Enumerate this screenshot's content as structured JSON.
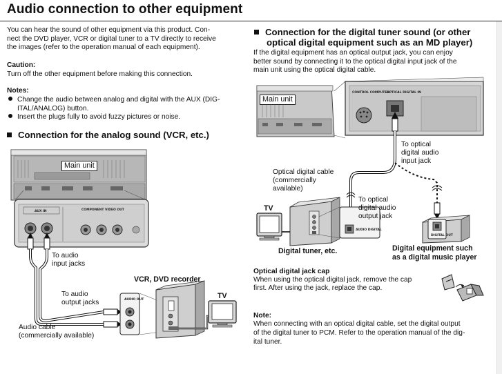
{
  "page": {
    "title": "Audio connection to other equipment"
  },
  "left": {
    "intro_lines": [
      "You can hear the sound of other equipment via this product. Con-",
      "nect the DVD player, VCR or digital tuner to a TV directly to receive",
      "the images (refer to the operation manual of each equipment)."
    ],
    "caution_heading": "Caution:",
    "caution_text": "Turn off the other equipment before making this connection.",
    "notes_heading": "Notes:",
    "notes": [
      {
        "line1": "Change the audio between analog and digital with the AUX (DIG-",
        "line2": "ITAL/ANALOG) button."
      },
      {
        "line1": "Insert the plugs fully to avoid fuzzy pictures or noise.",
        "line2": ""
      }
    ],
    "analog_heading": "Connection for the analog sound (VCR, etc.)",
    "diagram": {
      "main_unit": "Main unit",
      "panel_aux_in": "AUX IN",
      "panel_component": "COMPONENT VIDEO OUT",
      "to_audio_input_1": "To audio",
      "to_audio_input_2": "input jacks",
      "to_audio_output_1": "To audio",
      "to_audio_output_2": "output jacks",
      "vcr_label": "VCR, DVD recorder",
      "tv_label": "TV",
      "audio_out": "AUDIO OUT",
      "audio_cable_1": "Audio cable",
      "audio_cable_2": "(commercially available)"
    }
  },
  "right": {
    "digital_heading_line1": "Connection for the digital tuner sound (or other",
    "digital_heading_line2": "optical digital equipment such as an MD player)",
    "intro_lines": [
      "If the digital equipment has an optical output jack, you can enjoy",
      "better sound by connecting it to the optical digital input jack of the",
      "main unit using the optical digital cable."
    ],
    "diagram": {
      "main_unit": "Main unit",
      "panel_label": "CONTROL COMPUTER",
      "panel_label2": "OPTICAL DIGITAL IN",
      "to_optical_input_1": "To optical",
      "to_optical_input_2": "digital audio",
      "to_optical_input_3": "input jack",
      "cable_1": "Optical digital cable",
      "cable_2": "(commercially",
      "cable_3": "available)",
      "to_optical_output_1": "To optical",
      "to_optical_output_2": "digital audio",
      "to_optical_output_3": "output jack",
      "tv_label": "TV",
      "digital_tuner": "Digital tuner, etc.",
      "digital_equipment_1": "Digital equipment such",
      "digital_equipment_2": "as a digital music player",
      "audio_digital": "AUDIO DIGITAL",
      "digital_out": "DIGITAL OUT"
    },
    "cap_heading": "Optical digital jack cap",
    "cap_lines": [
      "When using the optical digital jack, remove the cap",
      "first. After using the jack, replace the cap."
    ],
    "note_heading": "Note:",
    "note_lines": [
      "When connecting with an optical digital cable, set the digital output",
      "of the digital tuner to PCM. Refer to the operation manual of the dig-",
      "ital tuner."
    ]
  }
}
